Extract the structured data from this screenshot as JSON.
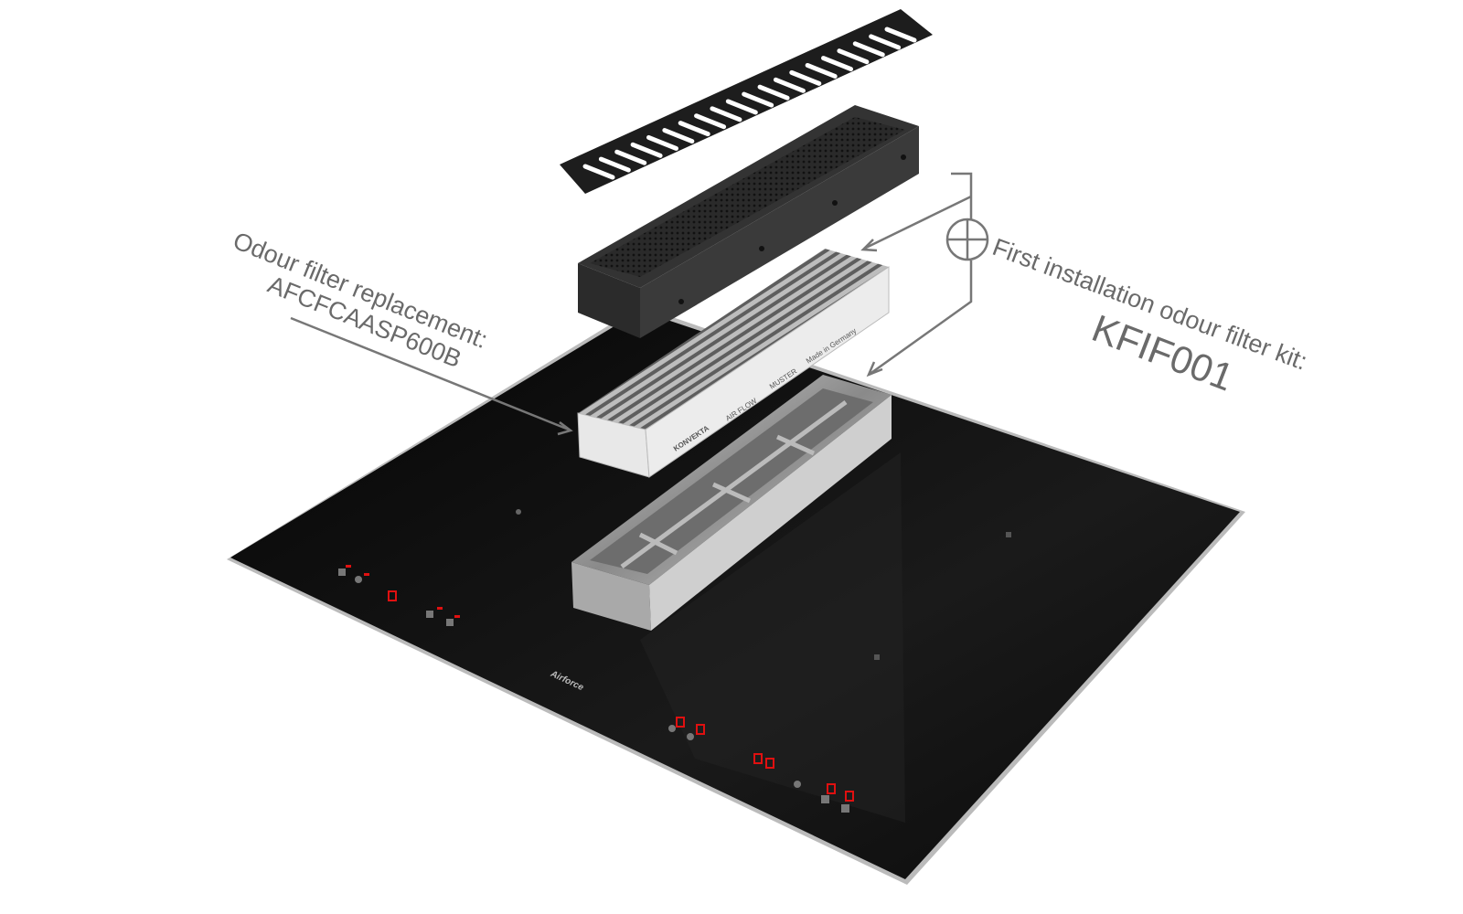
{
  "labels": {
    "replacement_title": "Odour filter replacement:",
    "replacement_code": "AFCFCAASP600B",
    "kit_title": "First installation odour filter kit:",
    "kit_code": "KFIF001"
  },
  "filter_markings": {
    "brand": "KONVEKTA",
    "air_flow": "AIR FLOW",
    "muster": "MUSTER",
    "origin": "Made in Germany"
  },
  "hob_logo": "Airforce",
  "colors": {
    "hob": "#0c0c0c",
    "label": "#6a6a6a",
    "display": "#e01010"
  }
}
